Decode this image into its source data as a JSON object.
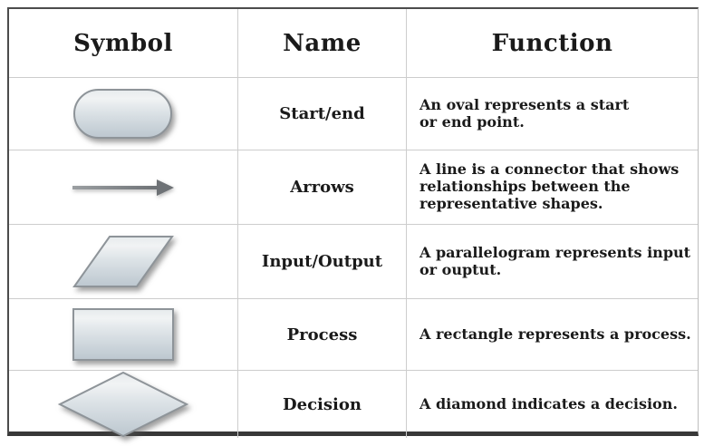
{
  "table": {
    "headers": [
      "Symbol",
      "Name",
      "Function"
    ],
    "rows": [
      {
        "symbol_icon": "start-end-oval-symbol",
        "name": "Start/end",
        "function": "An oval represents a start\nor end point."
      },
      {
        "symbol_icon": "arrow-symbol",
        "name": "Arrows",
        "function": "A line is a connector that shows\nrelationships between the\nrepresentative shapes."
      },
      {
        "symbol_icon": "input-output-parallelogram-symbol",
        "name": "Input/Output",
        "function": "A parallelogram represents input\nor ouptut."
      },
      {
        "symbol_icon": "process-rectangle-symbol",
        "name": "Process",
        "function": "A rectangle represents a process."
      },
      {
        "symbol_icon": "decision-diamond-symbol",
        "name": "Decision",
        "function": "A diamond indicates a decision."
      }
    ]
  },
  "colors": {
    "background": "#ffffff",
    "text": "#1a1a1a",
    "grid_line": "#cdcdcd",
    "outer_border": "#4c4c4c",
    "bottom_bar": "#383838",
    "shape_gradient_top": "#eff2f3",
    "shape_gradient_mid": "#dde3e7",
    "shape_gradient_bottom": "#bcc7cf",
    "shape_border": "#8e9499",
    "arrow_gray": "#6e7276"
  }
}
